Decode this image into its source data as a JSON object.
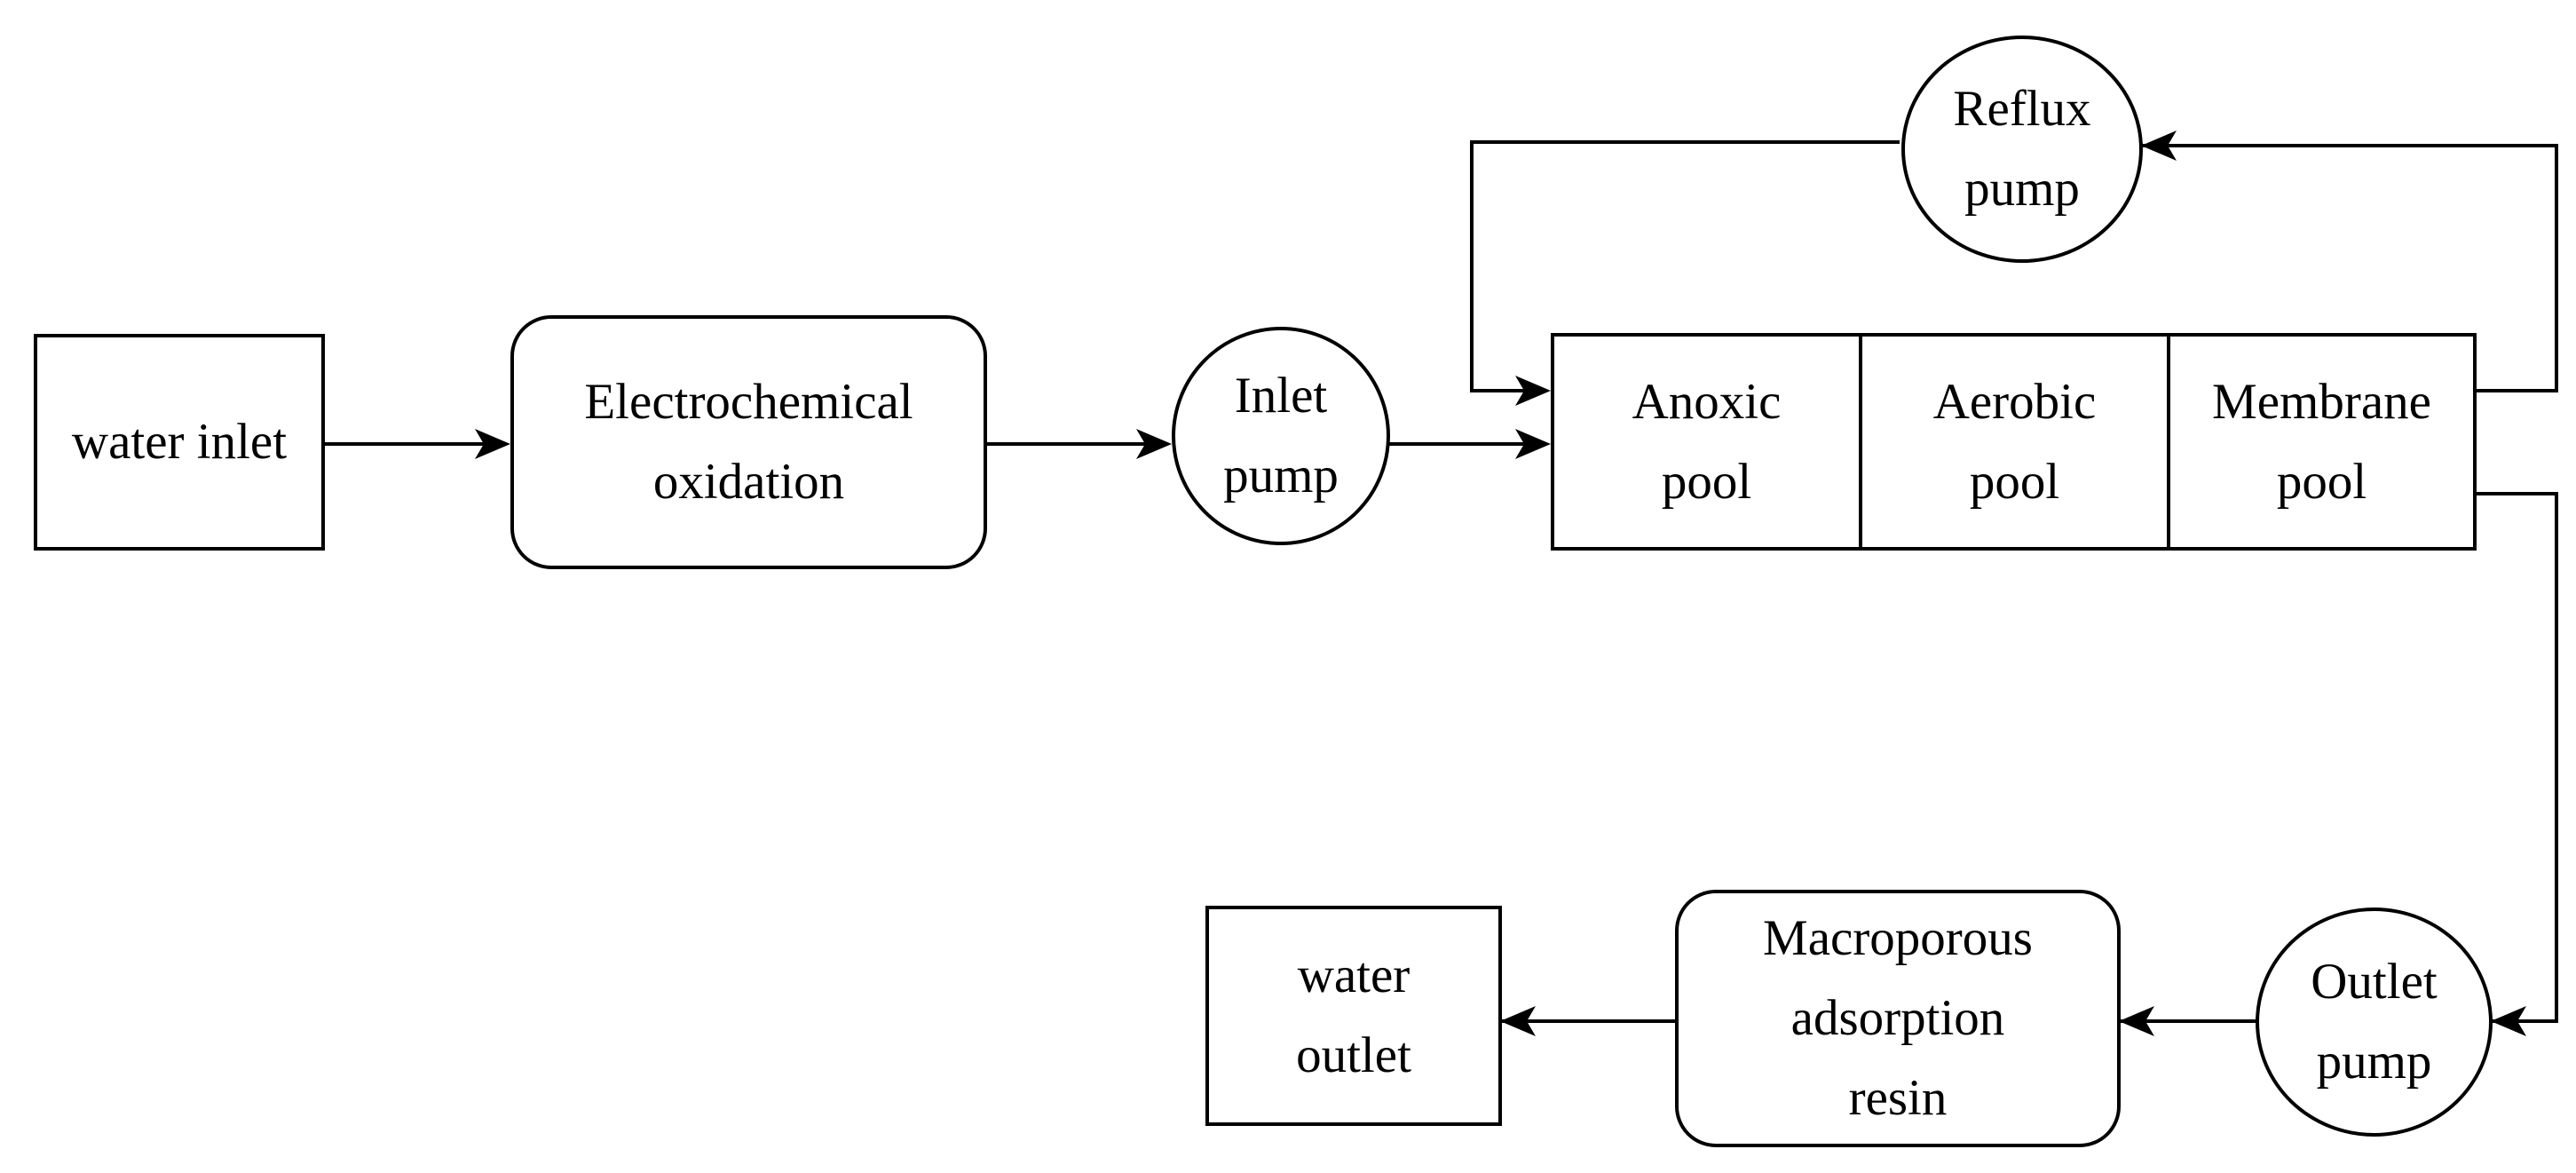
{
  "nodes": {
    "water_inlet": {
      "lines": [
        "water inlet"
      ]
    },
    "electrochemical_oxidation": {
      "lines": [
        "Electrochemical",
        "oxidation"
      ]
    },
    "inlet_pump": {
      "lines": [
        "Inlet",
        "pump"
      ]
    },
    "reflux_pump": {
      "lines": [
        "Reflux",
        "pump"
      ]
    },
    "anoxic_pool": {
      "lines": [
        "Anoxic",
        "pool"
      ]
    },
    "aerobic_pool": {
      "lines": [
        "Aerobic",
        "pool"
      ]
    },
    "membrane_pool": {
      "lines": [
        "Membrane",
        "pool"
      ]
    },
    "outlet_pump": {
      "lines": [
        "Outlet",
        "pump"
      ]
    },
    "macroporous_resin": {
      "lines": [
        "Macroporous",
        "adsorption",
        "resin"
      ]
    },
    "water_outlet": {
      "lines": [
        "water",
        "outlet"
      ]
    }
  },
  "edges": [
    {
      "from": "water_inlet",
      "to": "electrochemical_oxidation"
    },
    {
      "from": "electrochemical_oxidation",
      "to": "inlet_pump"
    },
    {
      "from": "inlet_pump",
      "to": "anoxic_pool"
    },
    {
      "from": "membrane_pool",
      "to": "reflux_pump"
    },
    {
      "from": "reflux_pump",
      "to": "anoxic_pool"
    },
    {
      "from": "membrane_pool",
      "to": "outlet_pump"
    },
    {
      "from": "outlet_pump",
      "to": "macroporous_resin"
    },
    {
      "from": "macroporous_resin",
      "to": "water_outlet"
    }
  ]
}
